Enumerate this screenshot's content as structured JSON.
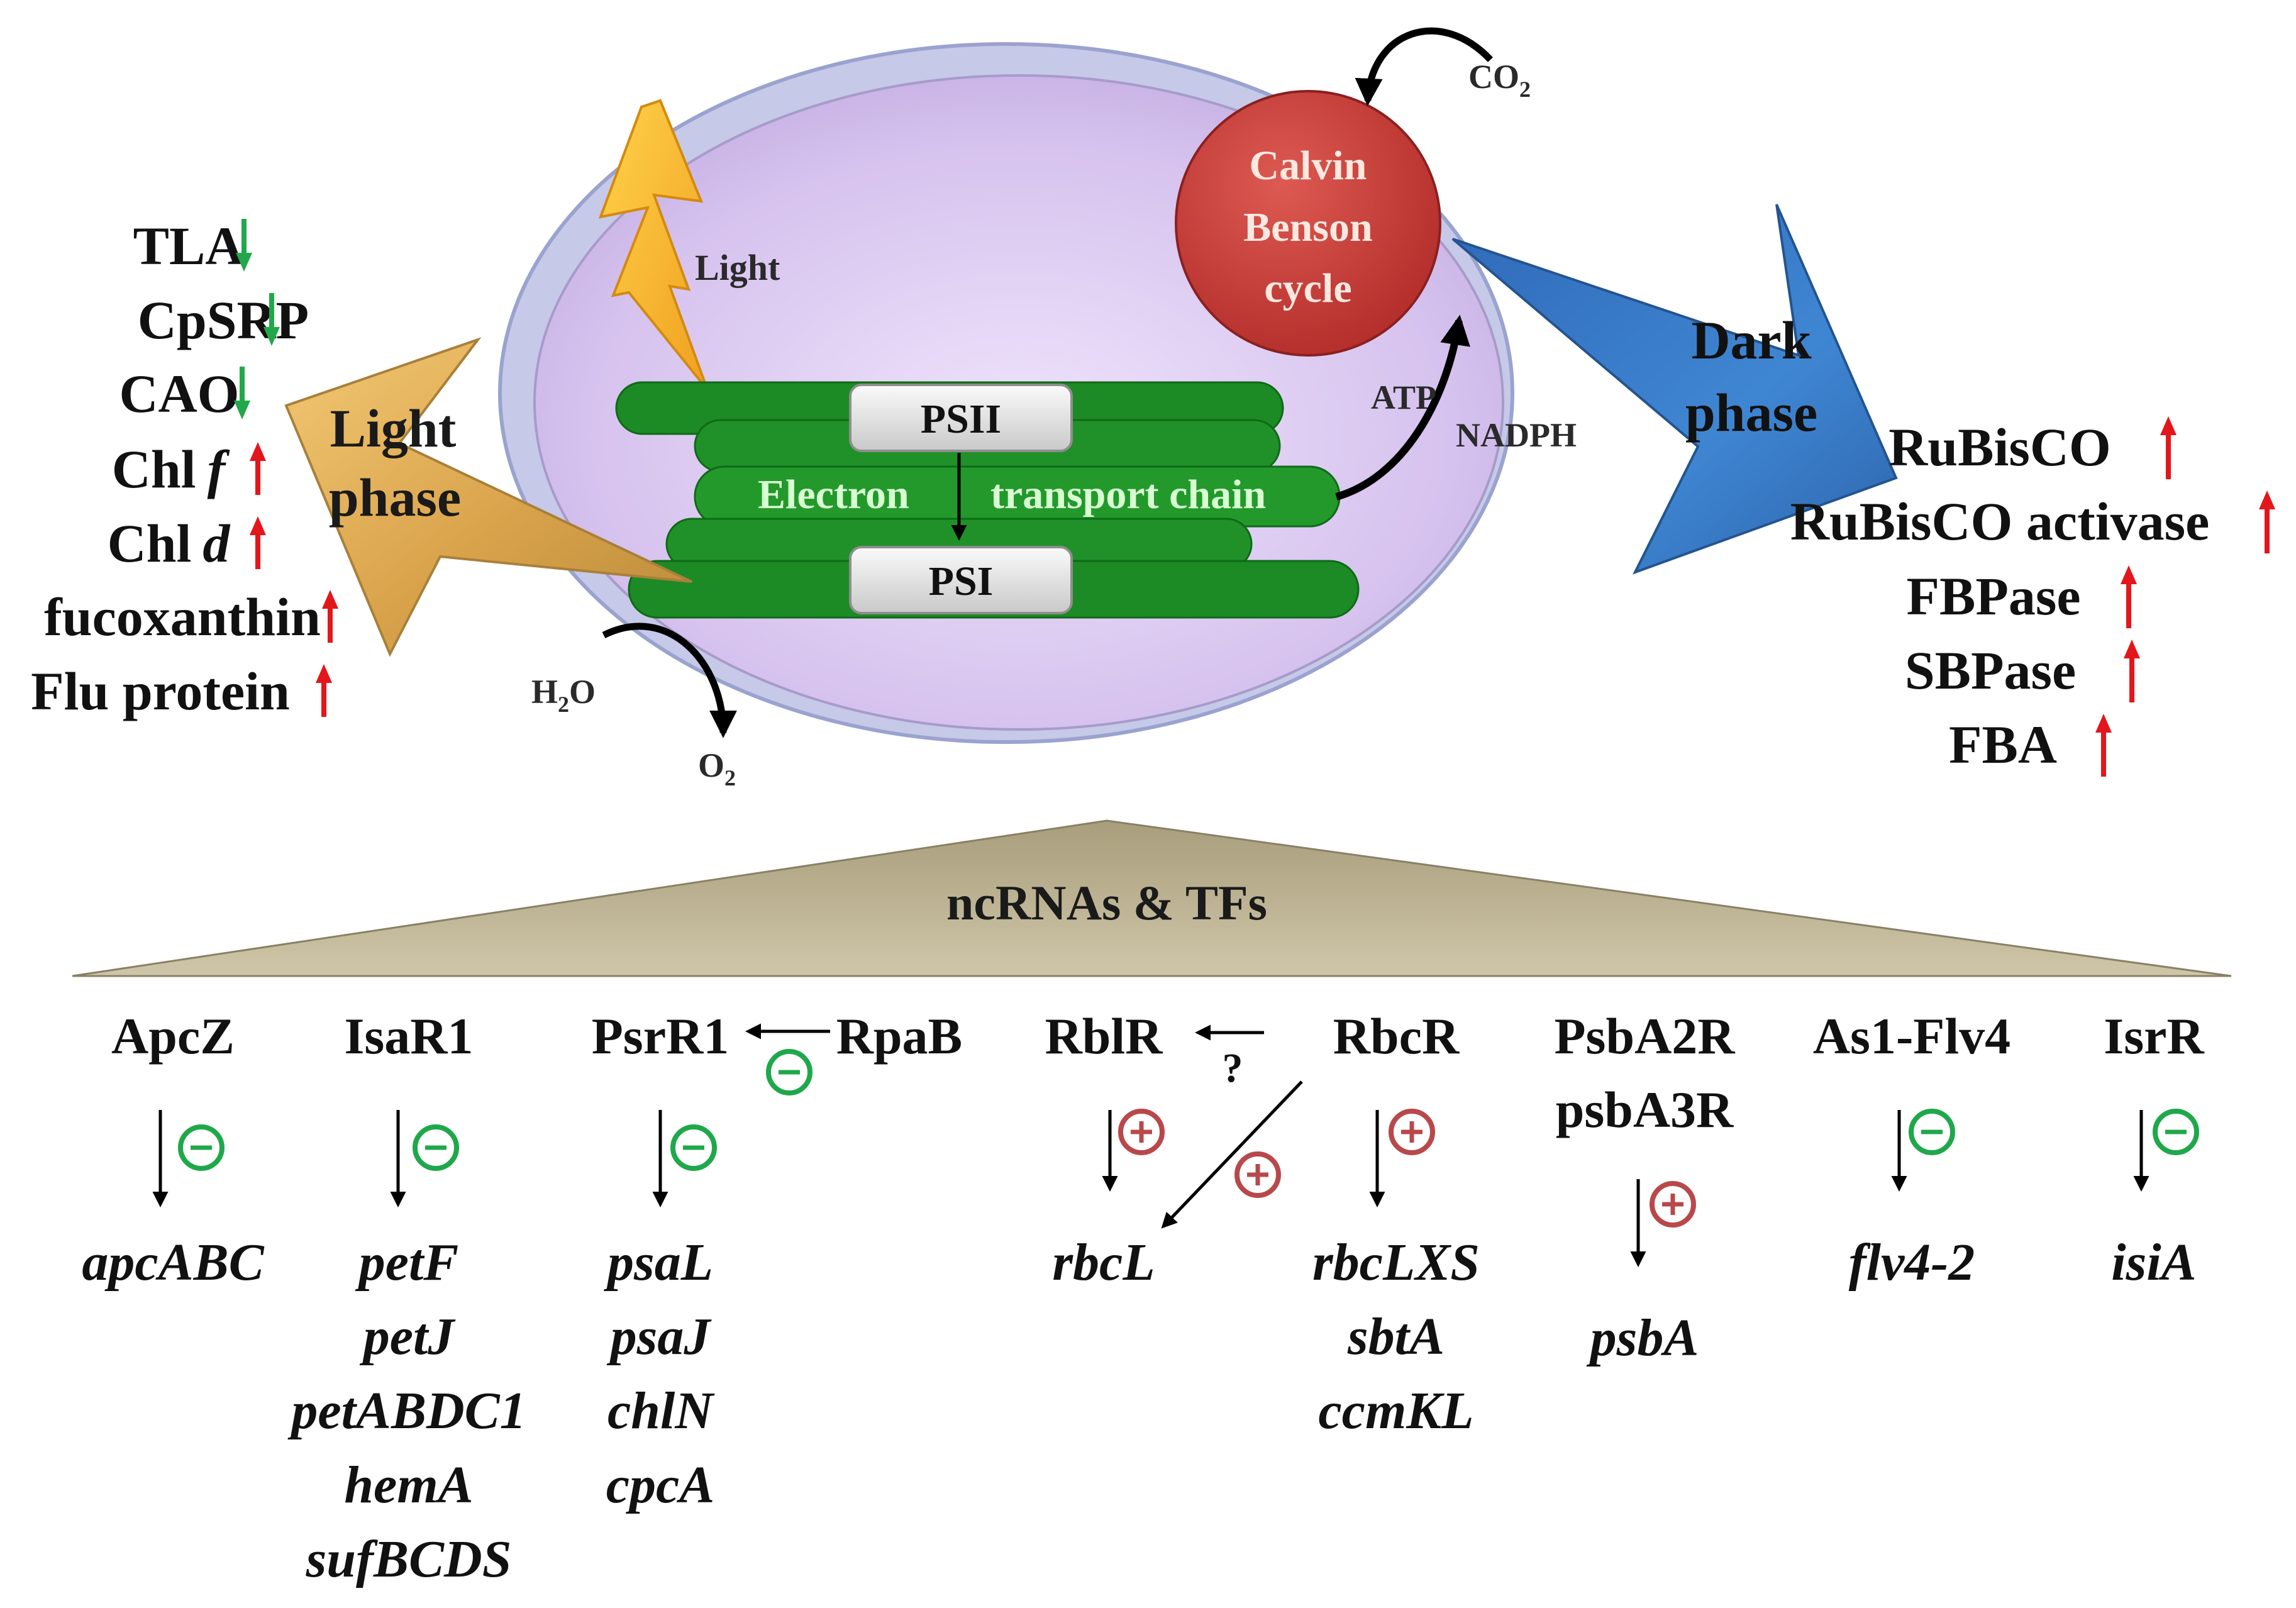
{
  "chloroplast": {
    "light_label": "Light",
    "psii": "PSII",
    "psi": "PSI",
    "etc_word1": "Electron",
    "etc_word2": "transport chain",
    "calvin_line1": "Calvin",
    "calvin_line2": "Benson",
    "calvin_line3": "cycle",
    "atp": "ATP",
    "nadph": "NADPH",
    "co2": "CO",
    "co2_sub": "2",
    "h2o_h": "H",
    "h2o_sub": "2",
    "h2o_o": "O",
    "o2": "O",
    "o2_sub": "2"
  },
  "light_phase": {
    "line1": "Light",
    "line2": "phase",
    "items": [
      {
        "name": "TLA",
        "italic": "",
        "dir": "down"
      },
      {
        "name": "CpSRP",
        "italic": "",
        "dir": "down"
      },
      {
        "name": "CAO",
        "italic": "",
        "dir": "down"
      },
      {
        "name": "Chl",
        "italic": "f",
        "dir": "up"
      },
      {
        "name": "Chl",
        "italic": "d",
        "dir": "up"
      },
      {
        "name": "fucoxanthin",
        "italic": "",
        "dir": "up"
      },
      {
        "name": "Flu protein",
        "italic": "",
        "dir": "up"
      }
    ]
  },
  "dark_phase": {
    "line1": "Dark",
    "line2": "phase",
    "items": [
      {
        "name": "RuBisCO",
        "dir": "up"
      },
      {
        "name": "RuBisCO activase",
        "dir": "up"
      },
      {
        "name": "FBPase",
        "dir": "up"
      },
      {
        "name": "SBPase",
        "dir": "up"
      },
      {
        "name": "FBA",
        "dir": "up"
      }
    ]
  },
  "regulation": {
    "title": "ncRNAs & TFs",
    "question_mark": "?",
    "minus": "−",
    "plus": "+",
    "regulators": [
      {
        "name": "ApcZ",
        "targets": [
          "apcABC"
        ]
      },
      {
        "name": "IsaR1",
        "targets": [
          "petF",
          "petJ",
          "petABDC1",
          "hemA",
          "sufBCDS"
        ]
      },
      {
        "name": "PsrR1",
        "targets": [
          "psaL",
          "psaJ",
          "chlN",
          "cpcA"
        ]
      },
      {
        "name": "RpaB",
        "targets": []
      },
      {
        "name": "RblR",
        "targets": [
          "rbcL"
        ]
      },
      {
        "name": "RbcR",
        "targets": [
          "rbcLXS",
          "sbtA",
          "ccmKL"
        ]
      },
      {
        "name": "PsbA2R",
        "targets": []
      },
      {
        "name": "psbA3R",
        "targets": [
          "psbA"
        ]
      },
      {
        "name": "As1-Flv4",
        "targets": [
          "flv4-2"
        ]
      },
      {
        "name": "IsrR",
        "targets": [
          "isiA"
        ]
      }
    ]
  },
  "colors": {
    "down_arrow": "#22a84a",
    "up_arrow": "#e3161b",
    "minus_circle": "#1fa84a",
    "plus_circle": "#b8484a",
    "chloroplast_fill": "#d9c6ee",
    "membrane": "#188b24",
    "calvin": "#c53a36",
    "light_arrow": "#d4a54a",
    "dark_arrow": "#3b78c4",
    "triangle": "#b8ad8c"
  }
}
